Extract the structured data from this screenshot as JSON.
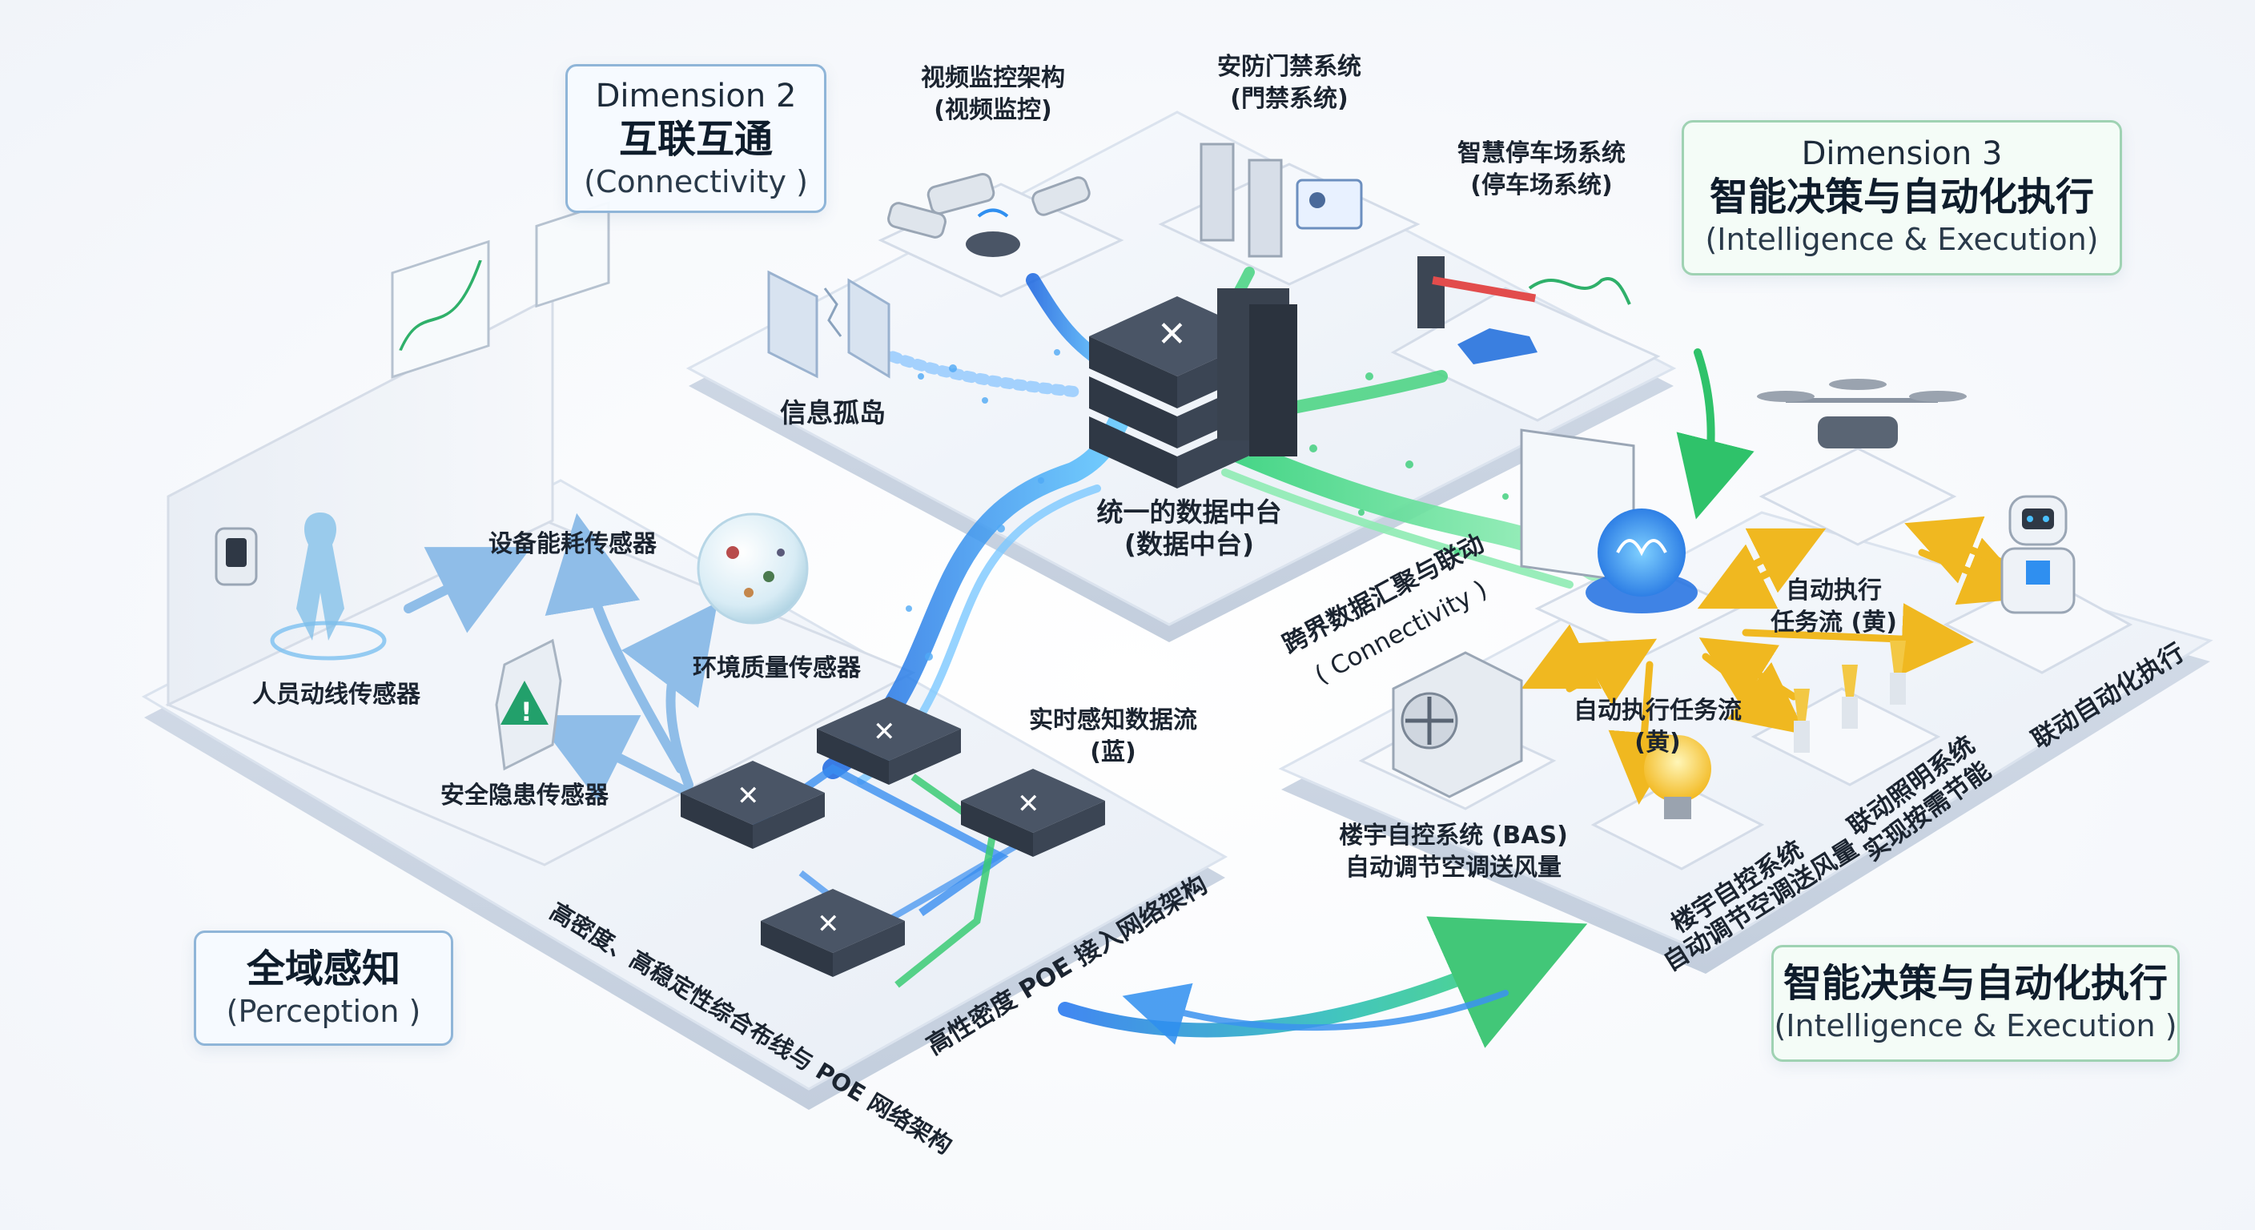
{
  "dimension2": {
    "dim": "Dimension 2",
    "title": "互联互通",
    "sub": "(Connectivity )"
  },
  "dimension3": {
    "dim": "Dimension 3",
    "title": "智能决策与自动化执行",
    "sub": "(Intelligence & Execution)"
  },
  "perception": {
    "title": "全域感知",
    "sub": "(Perception )"
  },
  "intelligence": {
    "title": "智能决策与自动化执行",
    "sub": "(Intelligence & Execution )"
  },
  "labels": {
    "video_1": "视频监控架构",
    "video_2": "(视频监控)",
    "access_1": "安防门禁系统",
    "access_2": "(門禁系统)",
    "parking_1": "智慧停车场系统",
    "parking_2": "(停车场系统)",
    "info_island": "信息孤岛",
    "data_center_1": "统一的数据中台",
    "data_center_2": "(数据中台)",
    "energy_sensor": "设备能耗传感器",
    "people_sensor": "人员动线传感器",
    "env_sensor": "环境质量传感器",
    "safety_sensor": "安全隐患传感器",
    "realtime_1": "实时感知数据流",
    "realtime_2": "(蓝)",
    "cross_1": "跨界数据汇聚与联动",
    "cross_2": "( Connectivity )",
    "task_flow_top_1": "自动执行",
    "task_flow_top_2": "任务流 (黄)",
    "task_flow_mid_1": "自动执行任务流",
    "task_flow_mid_2": "(黄)",
    "bas_1": "楼宇自控系统 (BAS)",
    "bas_2": "自动调节空调送风量",
    "bas_rot_1": "楼宇自控系统",
    "bas_rot_2": "自动调节空调送风量",
    "lighting_1": "联动照明系统",
    "lighting_2": "实现按需节能",
    "linkage": "联动自动化执行",
    "cabling": "高密度、高稳定性综合布线与 POE 网络架构",
    "poe": "高性密度 POE 接入网络架构"
  },
  "colors": {
    "data_blue": "#2f8ff0",
    "link_green": "#2fc26a",
    "task_yellow": "#f4c23a",
    "platform": "#eef2f8"
  }
}
